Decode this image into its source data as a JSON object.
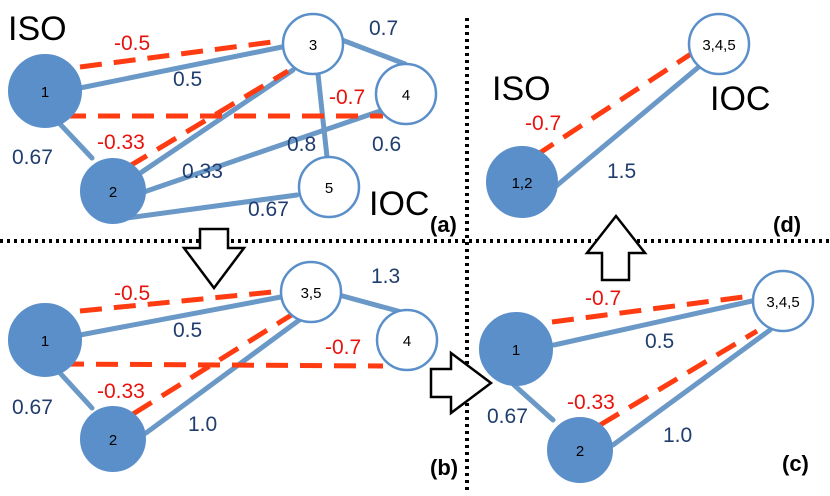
{
  "colors": {
    "iso_fill": "#5b8fca",
    "edge_blue": "#6a98c7",
    "edge_red": "#ff3b12",
    "label_blue": "#1f3d6e",
    "label_red": "#e8120c"
  },
  "texts": {
    "a_iso": "ISO",
    "a_ioc": "IOC",
    "d_iso": "ISO",
    "d_ioc": "IOC",
    "panel_a": "(a)",
    "panel_b": "(b)",
    "panel_c": "(c)",
    "panel_d": "(d)"
  },
  "nodes": {
    "a1": "1",
    "a2": "2",
    "a3": "3",
    "a4": "4",
    "a5": "5",
    "b1": "1",
    "b2": "2",
    "b35": "3,5",
    "b4": "4",
    "c1": "1",
    "c2": "2",
    "c345": "3,4,5",
    "d12": "1,2",
    "d345": "3,4,5"
  },
  "edge_labels": {
    "a_13_red": "-0.5",
    "a_13_blue": "0.5",
    "a_34": "0.7",
    "a_14_red": "-0.7",
    "a_12": "0.67",
    "a_23_red": "-0.33",
    "a_23_blue": "0.33",
    "a_35": "0.8",
    "a_45": "0.6",
    "a_25": "0.67",
    "b_135_red": "-0.5",
    "b_135_blue": "0.5",
    "b_354": "1.3",
    "b_14_red": "-0.7",
    "b_12": "0.67",
    "b_235_red": "-0.33",
    "b_235_blue": "1.0",
    "c_1345_red": "-0.7",
    "c_1345_blue": "0.5",
    "c_12": "0.67",
    "c_2345_red": "-0.33",
    "c_2345_blue": "1.0",
    "d_red": "-0.7",
    "d_blue": "1.5"
  }
}
